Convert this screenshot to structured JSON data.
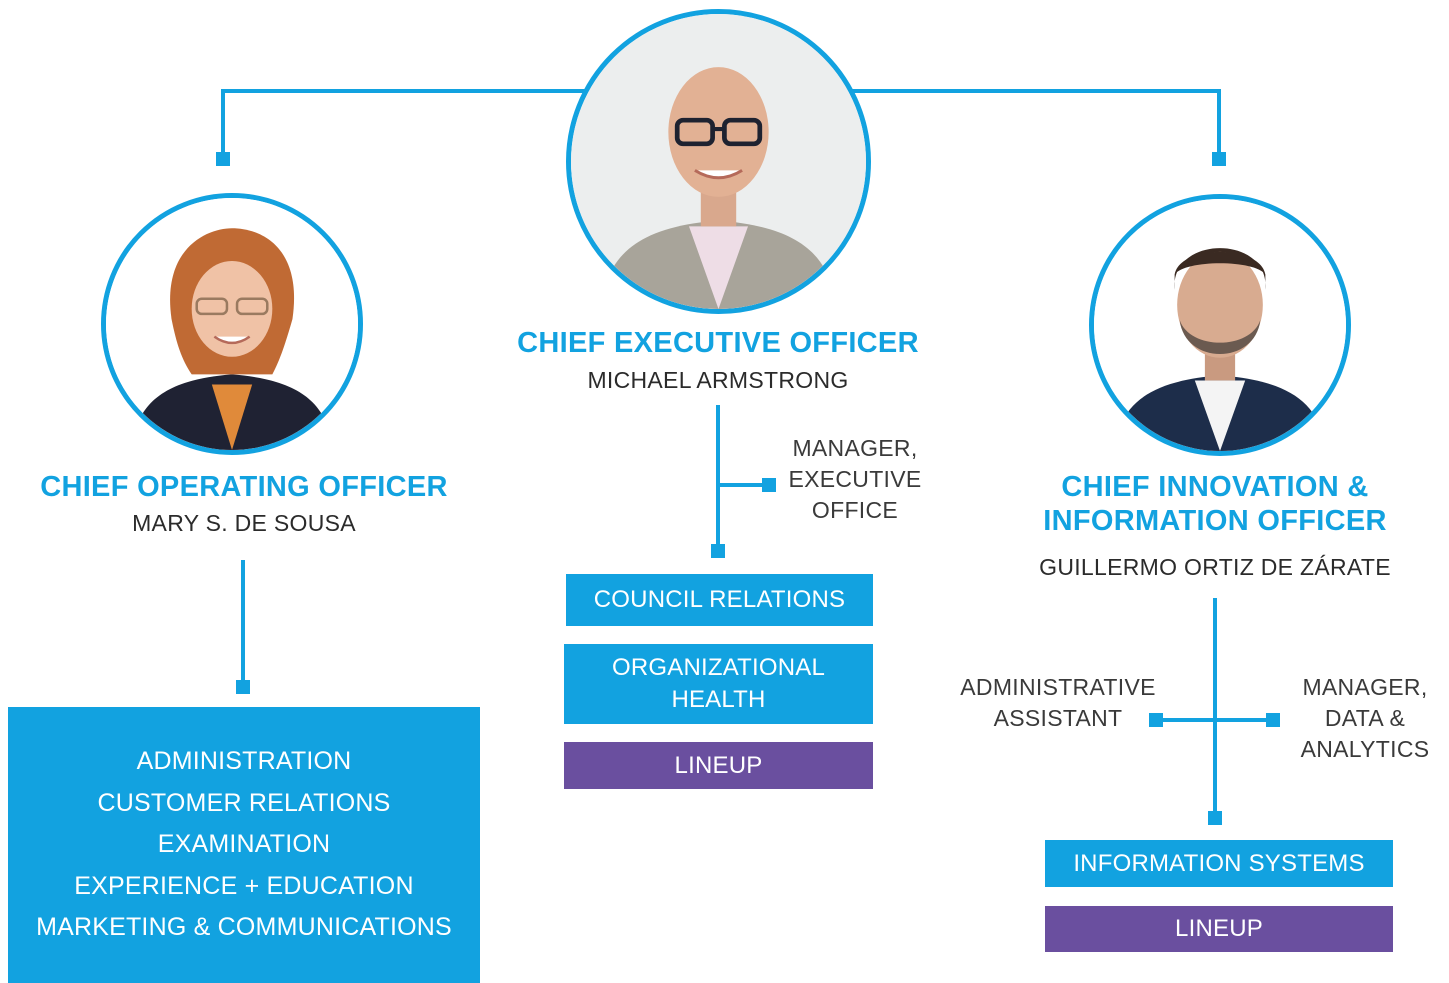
{
  "colors": {
    "accent": "#12a2e0",
    "lineup": "#6a4f9f",
    "text": "#2b2b2b"
  },
  "ceo": {
    "title": "CHIEF EXECUTIVE OFFICER",
    "name": "MICHAEL ARMSTRONG",
    "side_role": "MANAGER,\nEXECUTIVE\nOFFICE",
    "departments": [
      "COUNCIL RELATIONS",
      "ORGANIZATIONAL\nHEALTH"
    ],
    "lineup": "LINEUP"
  },
  "coo": {
    "title": "CHIEF OPERATING OFFICER",
    "name": "MARY S. DE SOUSA",
    "departments": [
      "ADMINISTRATION",
      "CUSTOMER RELATIONS",
      "EXAMINATION",
      "EXPERIENCE + EDUCATION",
      "MARKETING & COMMUNICATIONS"
    ]
  },
  "cio": {
    "title": "CHIEF INNOVATION &\nINFORMATION OFFICER",
    "name": "GUILLERMO ORTIZ DE ZÁRATE",
    "left_role": "ADMINISTRATIVE\nASSISTANT",
    "right_role": "MANAGER,\nDATA &\nANALYTICS",
    "departments": [
      "INFORMATION SYSTEMS"
    ],
    "lineup": "LINEUP"
  }
}
